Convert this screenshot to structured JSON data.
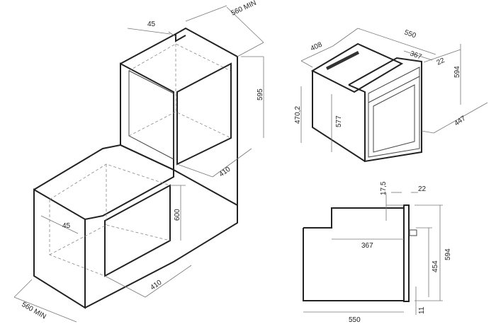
{
  "title": "Built-in oven installation dimensions",
  "column_install": {
    "labels": {
      "depth_min": "560 MIN",
      "top_gap": "45",
      "niche_height": "595",
      "niche_depth": "410"
    }
  },
  "under_counter_install": {
    "labels": {
      "depth_min": "560 MIN",
      "top_gap": "45",
      "niche_height": "600",
      "niche_depth": "410"
    }
  },
  "oven_isometric": {
    "labels": {
      "depth_body": "408",
      "total_depth": "550",
      "top_depth": "367",
      "front_thickness": "22",
      "height": "594",
      "width": "447",
      "side_height": "470,2",
      "body_height": "577"
    }
  },
  "oven_side_view": {
    "labels": {
      "top_offset": "17,5",
      "front_thickness": "22",
      "top_depth": "367",
      "door_height": "454",
      "height": "594",
      "depth": "550",
      "bottom_offset": "11"
    }
  }
}
